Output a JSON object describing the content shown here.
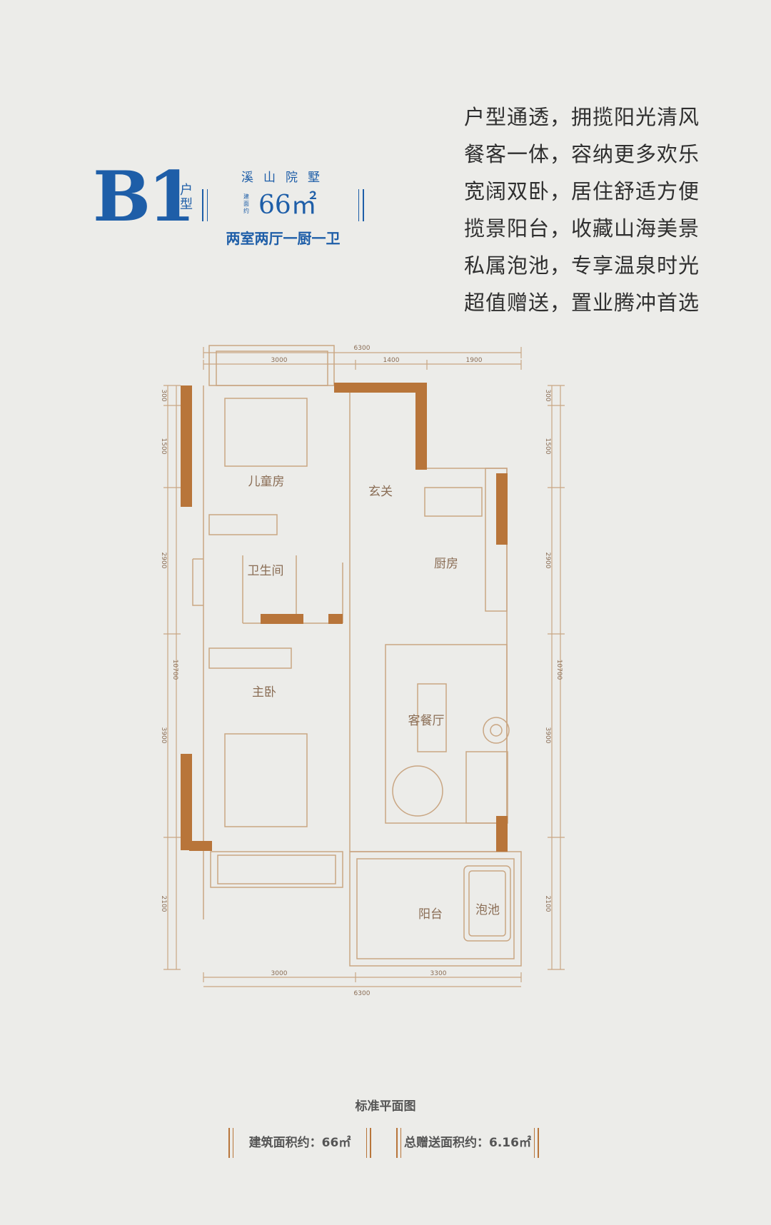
{
  "header": {
    "unit_code": "B1",
    "unit_suffix": "户型",
    "project_name": "溪山院墅",
    "area_label": "建面约",
    "area_value": "66㎡",
    "room_type": "两室两厅一厨一卫"
  },
  "slogan": [
    "户型通透，拥揽阳光清风",
    "餐客一体，容纳更多欢乐",
    "宽阔双卧，居住舒适方便",
    "揽景阳台，收藏山海美景",
    "私属泡池，专享温泉时光",
    "超值赠送，置业腾冲首选"
  ],
  "plan": {
    "rooms": {
      "kids_room": "儿童房",
      "entrance": "玄关",
      "bathroom": "卫生间",
      "kitchen": "厨房",
      "master_bedroom": "主卧",
      "living_dining": "客餐厅",
      "balcony": "阳台",
      "pool": "泡池"
    },
    "dimensions": {
      "top_total": "6300",
      "top_1": "3000",
      "top_2": "1400",
      "top_3": "1900",
      "bottom_1": "3000",
      "bottom_2": "3300",
      "bottom_total": "6300",
      "left_1": "300",
      "left_2": "1500",
      "left_3": "2900",
      "left_total": "10700",
      "left_4": "3900",
      "left_5": "2100",
      "right_1": "300",
      "right_2": "1500",
      "right_3": "2900",
      "right_total": "10700",
      "right_4": "3900",
      "right_5": "2100"
    },
    "title": "标准平面图"
  },
  "stats": {
    "build_area": "建筑面积约：66㎡",
    "gift_area": "总赠送面积约：6.16㎡"
  },
  "colors": {
    "brand_blue": "#1e5ea8",
    "wall_orange": "#b8753a",
    "line_tan": "#c9a683",
    "background": "#ecece9"
  }
}
